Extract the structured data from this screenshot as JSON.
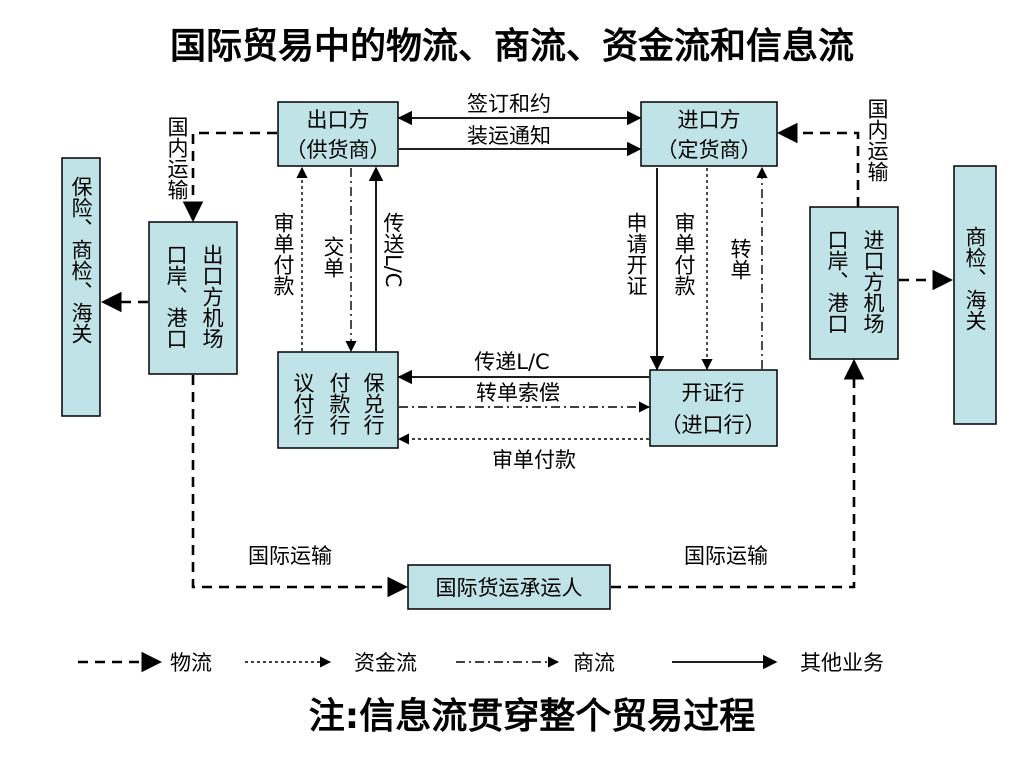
{
  "title": "国际贸易中的物流、商流、资金流和信息流",
  "note": "注:信息流贯穿整个贸易过程",
  "nodes": {
    "exporter": [
      "出口方",
      "（供货商）"
    ],
    "importer": [
      "进口方",
      "（定货商）"
    ],
    "export_port": [
      "出口方机场",
      "口岸、港口"
    ],
    "import_port": [
      "进口方机场",
      "口岸、港口"
    ],
    "left_services": "保险、商检、海关",
    "right_services": "商检、海关",
    "banks": [
      "保兑行",
      "付款行",
      "议付行"
    ],
    "issuing_bank": [
      "开证行",
      "（进口行）"
    ],
    "carrier": "国际货运承运人"
  },
  "edges": {
    "sign_contract": "签订和约",
    "shipping_notice": "装运通知",
    "transmit_lc_1": "传送L/C",
    "deliver_docs": "交单",
    "review_pay_1": "审单付款",
    "apply_lc": "申请开证",
    "review_pay_2": "审单付款",
    "transfer_docs": "转单",
    "transmit_lc_2": "传递L/C",
    "transfer_claim": "转单索偿",
    "review_pay_3": "审单付款",
    "domestic_left": "国内运输",
    "domestic_right": "国内运输",
    "intl_left": "国际运输",
    "intl_right": "国际运输"
  },
  "legend": {
    "logistics": "物流",
    "capital": "资金流",
    "commerce": "商流",
    "other": "其他业务"
  }
}
